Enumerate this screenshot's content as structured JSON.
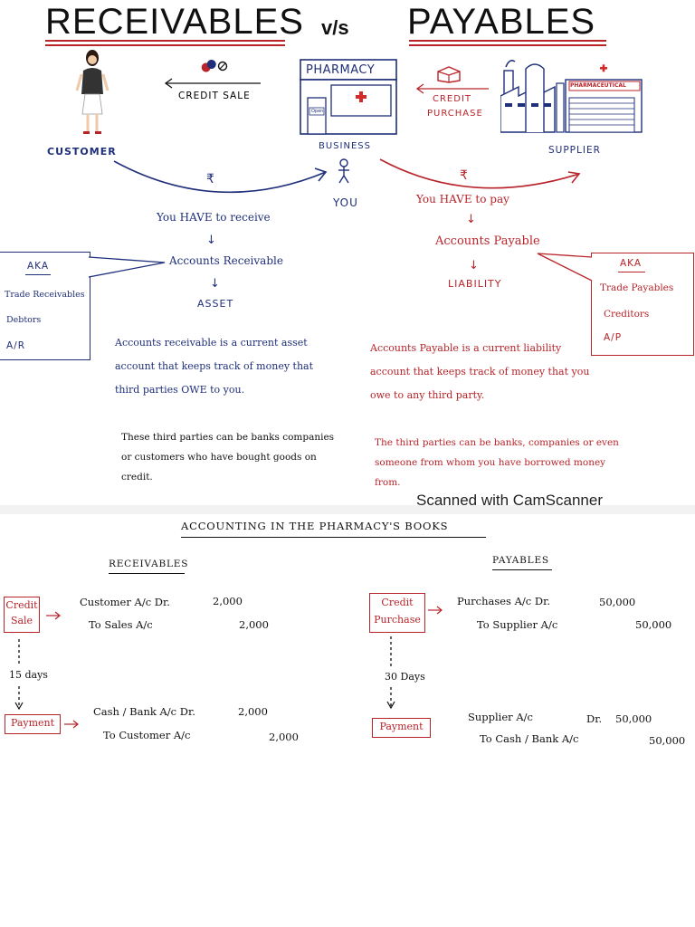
{
  "header": {
    "left": "RECEIVABLES",
    "vs": "v/s",
    "right": "PAYABLES"
  },
  "top": {
    "credit_sale": "CREDIT SALE",
    "credit_purchase_1": "CREDIT",
    "credit_purchase_2": "PURCHASE",
    "pharmacy_sign": "PHARMACY",
    "pharmacy_door": "Open",
    "factory_sign": "PHARMACEUTICAL",
    "customer": "CUSTOMER",
    "business": "BUSINESS",
    "supplier": "SUPPLIER",
    "you": "YOU",
    "rupee": "₹"
  },
  "left_flow": {
    "have": "You HAVE to receive",
    "arrow": "↓",
    "name": "Accounts Receivable",
    "type": "ASSET",
    "aka": "AKA",
    "aka_items": [
      "Trade Receivables",
      "Debtors",
      "A/R"
    ]
  },
  "right_flow": {
    "have": "You HAVE to pay",
    "arrow": "↓",
    "name": "Accounts Payable",
    "type": "LIABILITY",
    "aka": "AKA",
    "aka_items": [
      "Trade Payables",
      "Creditors",
      "A/P"
    ]
  },
  "left_para": {
    "definition": "Accounts receivable is a current asset account that keeps track of money that third parties OWE to you.",
    "parties": "These third parties can be banks companies or customers who have bought goods on credit."
  },
  "right_para": {
    "definition": "Accounts Payable is a current liability account that keeps track of money that you owe to any third party.",
    "parties": "The third parties can be banks, companies or even someone from whom you have borrowed money from."
  },
  "watermark": "Scanned with CamScanner",
  "books": {
    "heading": "ACCOUNTING IN THE PHARMACY'S BOOKS",
    "receivables": {
      "label": "RECEIVABLES",
      "event1": [
        "Credit",
        "Sale"
      ],
      "entry1": {
        "line1": "Customer A/c   Dr.",
        "amt1": "2,000",
        "line2": "To  Sales  A/c",
        "amt2": "2,000"
      },
      "gap": "15 days",
      "event2": "Payment",
      "entry2": {
        "line1": "Cash / Bank  A/c  Dr.",
        "amt1": "2,000",
        "line2": "To  Customer  A/c",
        "amt2": "2,000"
      }
    },
    "payables": {
      "label": "PAYABLES",
      "event1": [
        "Credit",
        "Purchase"
      ],
      "entry1": {
        "line1": "Purchases  A/c    Dr.",
        "amt1": "50,000",
        "line2": "To  Supplier  A/c",
        "amt2": "50,000"
      },
      "gap": "30 Days",
      "event2": "Payment",
      "entry2": {
        "line1": "Supplier  A/c",
        "dr": "Dr.",
        "amt1": "50,000",
        "line2": "To   Cash / Bank  A/c",
        "amt2": "50,000"
      }
    }
  },
  "colors": {
    "blue": "#1f2f7a",
    "red": "#b8242a",
    "ink": "#111111"
  }
}
